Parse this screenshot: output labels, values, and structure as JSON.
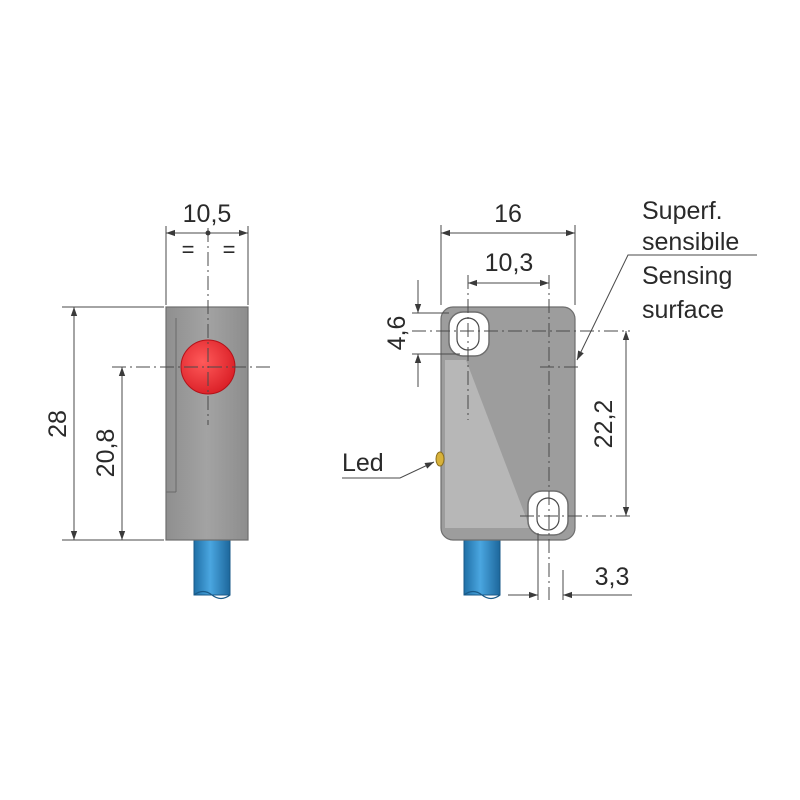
{
  "colors": {
    "body_grey": "#9d9d9d",
    "body_edge": "#6e6e6e",
    "sensing_red": "#e5242b",
    "cable_blue": "#2b87c4",
    "led_yellow": "#d8b23a"
  },
  "side_view": {
    "width_dim": "10,5",
    "equal_left": "=",
    "equal_right": "=",
    "height_dim": "28",
    "center_dim": "20,8"
  },
  "front_view": {
    "width_dim": "16",
    "hole_spacing_dim": "10,3",
    "hole_height_dim": "4,6",
    "hole_pitch_dim": "22,2",
    "hole_offset_dim": "3,3",
    "led_label": "Led",
    "sensing_label_it_1": "Superf.",
    "sensing_label_it_2": "sensibile",
    "sensing_label_en_1": "Sensing",
    "sensing_label_en_2": "surface"
  }
}
